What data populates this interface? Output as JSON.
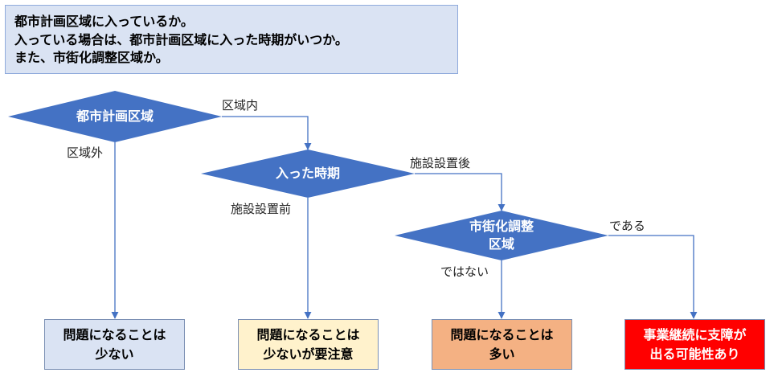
{
  "header": {
    "line1": "都市計画区域に入っているか。",
    "line2": "入っている場合は、都市計画区域に入った時期がいつか。",
    "line3": "また、市街化調整区域か。"
  },
  "decisions": [
    {
      "id": "city-planning-area",
      "line1": "都市計画区域",
      "line2": ""
    },
    {
      "id": "entry-timing",
      "line1": "入った時期",
      "line2": ""
    },
    {
      "id": "urbanization-control",
      "line1": "市街化調整",
      "line2": "区域"
    }
  ],
  "edges": {
    "inside_area": "区域内",
    "outside_area": "区域外",
    "after_facility": "施設設置後",
    "before_facility": "施設設置前",
    "is_control_area": "である",
    "not_control_area": "ではない"
  },
  "outcomes": [
    {
      "id": "few-problems",
      "line1": "問題になることは",
      "line2": "少ない",
      "fill": "#dae3f3"
    },
    {
      "id": "few-problems-caution",
      "line1": "問題になることは",
      "line2": "少ないが要注意",
      "fill": "#fff2cc"
    },
    {
      "id": "many-problems",
      "line1": "問題になることは",
      "line2": "多い",
      "fill": "#f4b183"
    },
    {
      "id": "business-risk",
      "line1": "事業継続に支障が",
      "line2": "出る可能性あり",
      "fill": "#ff0000"
    }
  ],
  "colors": {
    "diamond_fill": "#4472c4",
    "connector": "#4472c4"
  }
}
